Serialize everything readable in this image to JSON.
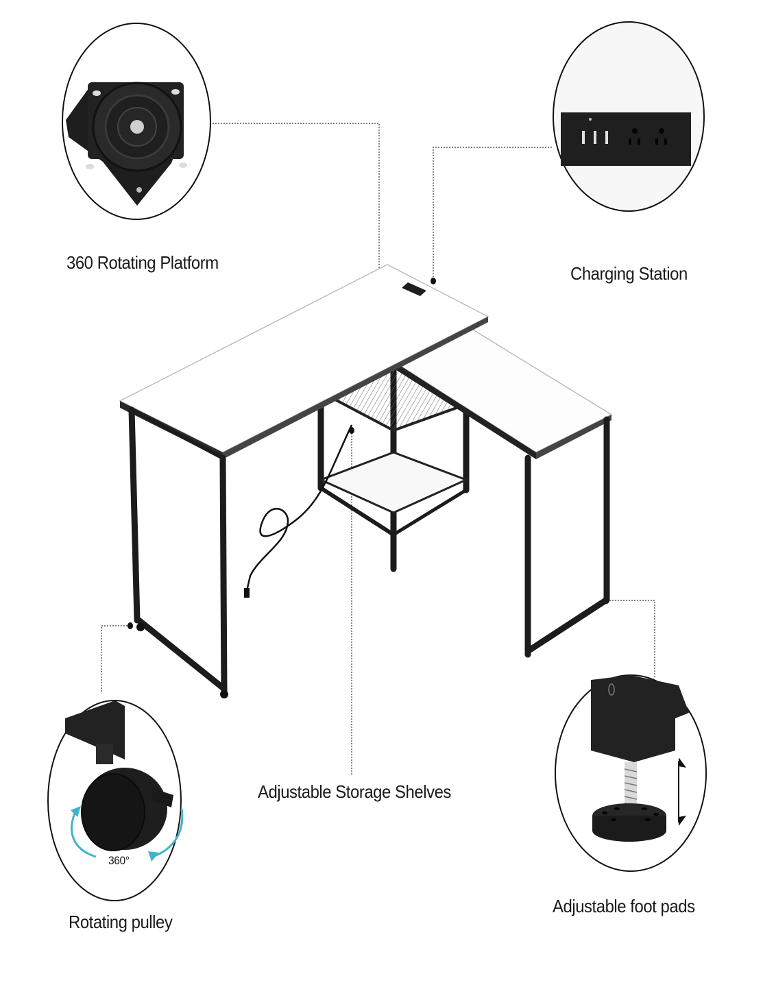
{
  "features": [
    {
      "id": "rotating-platform",
      "label": "360 Rotating Platform"
    },
    {
      "id": "charging-station",
      "label": "Charging Station"
    },
    {
      "id": "storage-shelves",
      "label": "Adjustable Storage Shelves"
    },
    {
      "id": "rotating-pulley",
      "label": "Rotating pulley",
      "badge": "360°"
    },
    {
      "id": "foot-pads",
      "label": "Adjustable foot pads"
    }
  ],
  "colors": {
    "frame": "#1c1c1c",
    "desktop": "#ffffff",
    "outline": "#222222",
    "accent_arrow": "#3fb4c9",
    "leader_line": "#555555"
  }
}
